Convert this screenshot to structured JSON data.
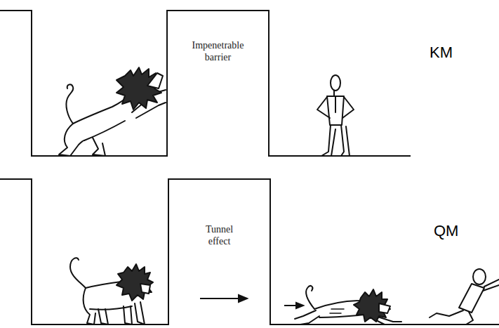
{
  "diagram": {
    "nodes": [
      {
        "text": [
          "Impenetrable barrier"
        ]
      },
      {
        "text": [
          "Tunnel effect"
        ]
      }
    ],
    "labels": [
      "KM",
      "QM"
    ]
  }
}
